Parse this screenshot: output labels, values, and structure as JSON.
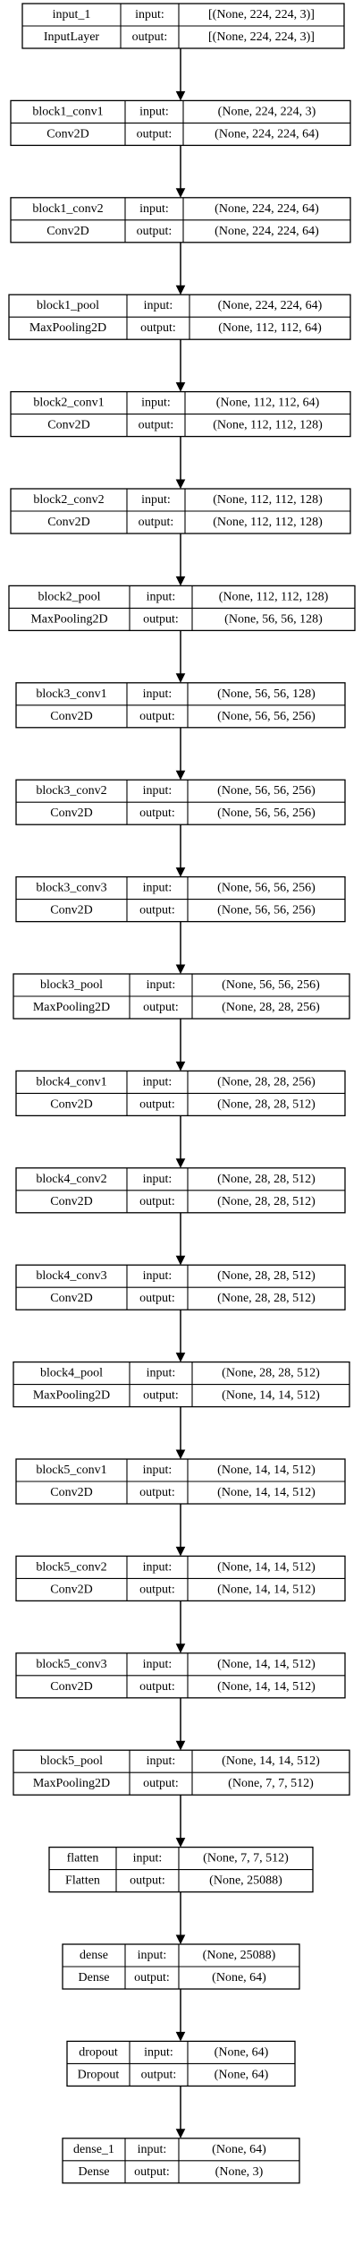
{
  "layers": [
    {
      "name": "input_1",
      "type": "InputLayer",
      "input_label": "input:",
      "output_label": "output:",
      "input_shape": "[(None, 224, 224, 3)]",
      "output_shape": "[(None, 224, 224, 3)]"
    },
    {
      "name": "block1_conv1",
      "type": "Conv2D",
      "input_label": "input:",
      "output_label": "output:",
      "input_shape": "(None, 224, 224, 3)",
      "output_shape": "(None, 224, 224, 64)"
    },
    {
      "name": "block1_conv2",
      "type": "Conv2D",
      "input_label": "input:",
      "output_label": "output:",
      "input_shape": "(None, 224, 224, 64)",
      "output_shape": "(None, 224, 224, 64)"
    },
    {
      "name": "block1_pool",
      "type": "MaxPooling2D",
      "input_label": "input:",
      "output_label": "output:",
      "input_shape": "(None, 224, 224, 64)",
      "output_shape": "(None, 112, 112, 64)"
    },
    {
      "name": "block2_conv1",
      "type": "Conv2D",
      "input_label": "input:",
      "output_label": "output:",
      "input_shape": "(None, 112, 112, 64)",
      "output_shape": "(None, 112, 112, 128)"
    },
    {
      "name": "block2_conv2",
      "type": "Conv2D",
      "input_label": "input:",
      "output_label": "output:",
      "input_shape": "(None, 112, 112, 128)",
      "output_shape": "(None, 112, 112, 128)"
    },
    {
      "name": "block2_pool",
      "type": "MaxPooling2D",
      "input_label": "input:",
      "output_label": "output:",
      "input_shape": "(None, 112, 112, 128)",
      "output_shape": "(None, 56, 56, 128)"
    },
    {
      "name": "block3_conv1",
      "type": "Conv2D",
      "input_label": "input:",
      "output_label": "output:",
      "input_shape": "(None, 56, 56, 128)",
      "output_shape": "(None, 56, 56, 256)"
    },
    {
      "name": "block3_conv2",
      "type": "Conv2D",
      "input_label": "input:",
      "output_label": "output:",
      "input_shape": "(None, 56, 56, 256)",
      "output_shape": "(None, 56, 56, 256)"
    },
    {
      "name": "block3_conv3",
      "type": "Conv2D",
      "input_label": "input:",
      "output_label": "output:",
      "input_shape": "(None, 56, 56, 256)",
      "output_shape": "(None, 56, 56, 256)"
    },
    {
      "name": "block3_pool",
      "type": "MaxPooling2D",
      "input_label": "input:",
      "output_label": "output:",
      "input_shape": "(None, 56, 56, 256)",
      "output_shape": "(None, 28, 28, 256)"
    },
    {
      "name": "block4_conv1",
      "type": "Conv2D",
      "input_label": "input:",
      "output_label": "output:",
      "input_shape": "(None, 28, 28, 256)",
      "output_shape": "(None, 28, 28, 512)"
    },
    {
      "name": "block4_conv2",
      "type": "Conv2D",
      "input_label": "input:",
      "output_label": "output:",
      "input_shape": "(None, 28, 28, 512)",
      "output_shape": "(None, 28, 28, 512)"
    },
    {
      "name": "block4_conv3",
      "type": "Conv2D",
      "input_label": "input:",
      "output_label": "output:",
      "input_shape": "(None, 28, 28, 512)",
      "output_shape": "(None, 28, 28, 512)"
    },
    {
      "name": "block4_pool",
      "type": "MaxPooling2D",
      "input_label": "input:",
      "output_label": "output:",
      "input_shape": "(None, 28, 28, 512)",
      "output_shape": "(None, 14, 14, 512)"
    },
    {
      "name": "block5_conv1",
      "type": "Conv2D",
      "input_label": "input:",
      "output_label": "output:",
      "input_shape": "(None, 14, 14, 512)",
      "output_shape": "(None, 14, 14, 512)"
    },
    {
      "name": "block5_conv2",
      "type": "Conv2D",
      "input_label": "input:",
      "output_label": "output:",
      "input_shape": "(None, 14, 14, 512)",
      "output_shape": "(None, 14, 14, 512)"
    },
    {
      "name": "block5_conv3",
      "type": "Conv2D",
      "input_label": "input:",
      "output_label": "output:",
      "input_shape": "(None, 14, 14, 512)",
      "output_shape": "(None, 14, 14, 512)"
    },
    {
      "name": "block5_pool",
      "type": "MaxPooling2D",
      "input_label": "input:",
      "output_label": "output:",
      "input_shape": "(None, 14, 14, 512)",
      "output_shape": "(None, 7, 7, 512)"
    },
    {
      "name": "flatten",
      "type": "Flatten",
      "input_label": "input:",
      "output_label": "output:",
      "input_shape": "(None, 7, 7, 512)",
      "output_shape": "(None, 25088)"
    },
    {
      "name": "dense",
      "type": "Dense",
      "input_label": "input:",
      "output_label": "output:",
      "input_shape": "(None, 25088)",
      "output_shape": "(None, 64)"
    },
    {
      "name": "dropout",
      "type": "Dropout",
      "input_label": "input:",
      "output_label": "output:",
      "input_shape": "(None, 64)",
      "output_shape": "(None, 64)"
    },
    {
      "name": "dense_1",
      "type": "Dense",
      "input_label": "input:",
      "output_label": "output:",
      "input_shape": "(None, 64)",
      "output_shape": "(None, 3)"
    }
  ]
}
